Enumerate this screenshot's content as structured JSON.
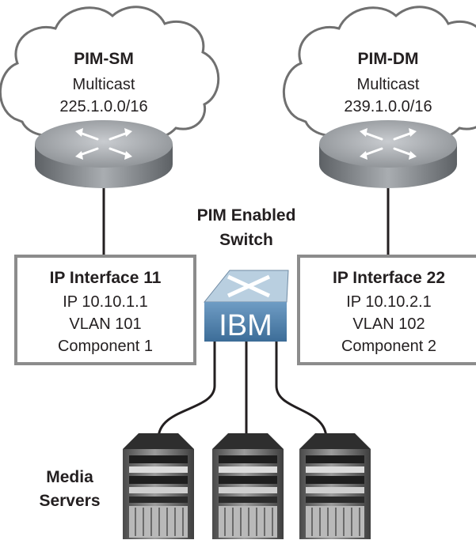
{
  "clouds": [
    {
      "title": "PIM-SM",
      "line1": "Multicast",
      "line2": "225.1.0.0/16"
    },
    {
      "title": "PIM-DM",
      "line1": "Multicast",
      "line2": "239.1.0.0/16"
    }
  ],
  "switch": {
    "caption_line1": "PIM Enabled",
    "caption_line2": "Switch",
    "brand": "IBM"
  },
  "interfaces": [
    {
      "title": "IP Interface 11",
      "ip": "IP 10.10.1.1",
      "vlan": "VLAN 101",
      "component": "Component 1"
    },
    {
      "title": "IP Interface 22",
      "ip": "IP 10.10.2.1",
      "vlan": "VLAN 102",
      "component": "Component 2"
    }
  ],
  "servers": {
    "label_line1": "Media",
    "label_line2": "Servers"
  },
  "colors": {
    "cloud_stroke": "#707070",
    "box_stroke": "#8c8c8c",
    "switch_top": "#b9cfe0",
    "switch_front": "#4a7ca8",
    "router": "#8a8e92",
    "text": "#231f20"
  }
}
